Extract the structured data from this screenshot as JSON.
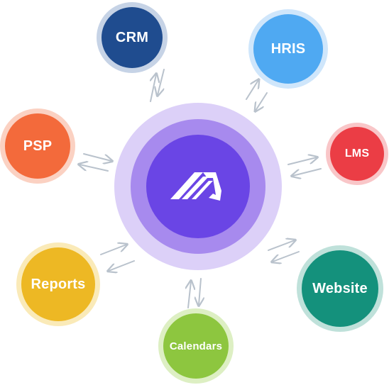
{
  "hub": {
    "logo_icon": "integration-logo-icon",
    "colors": {
      "outer": "#D9CCF7",
      "middle": "#A88BEE",
      "inner": "#6B46E6"
    }
  },
  "nodes": [
    {
      "key": "crm",
      "label": "CRM",
      "fill": "#1F4C8F",
      "ring": "#C6D3E6"
    },
    {
      "key": "hris",
      "label": "HRIS",
      "fill": "#4FA9F2",
      "ring": "#CFE6FB"
    },
    {
      "key": "psp",
      "label": "PSP",
      "fill": "#F36A3B",
      "ring": "#FBD1C2"
    },
    {
      "key": "lms",
      "label": "LMS",
      "fill": "#EB3D45",
      "ring": "#F9C6C8"
    },
    {
      "key": "reports",
      "label": "Reports",
      "fill": "#EDB824",
      "ring": "#FAEAB8"
    },
    {
      "key": "website",
      "label": "Website",
      "fill": "#14917C",
      "ring": "#BFE1DA"
    },
    {
      "key": "calendars",
      "label": "Calendars",
      "fill": "#8DC63F",
      "ring": "#DDEFC3"
    }
  ],
  "arrow_color": "#B9C2CC"
}
